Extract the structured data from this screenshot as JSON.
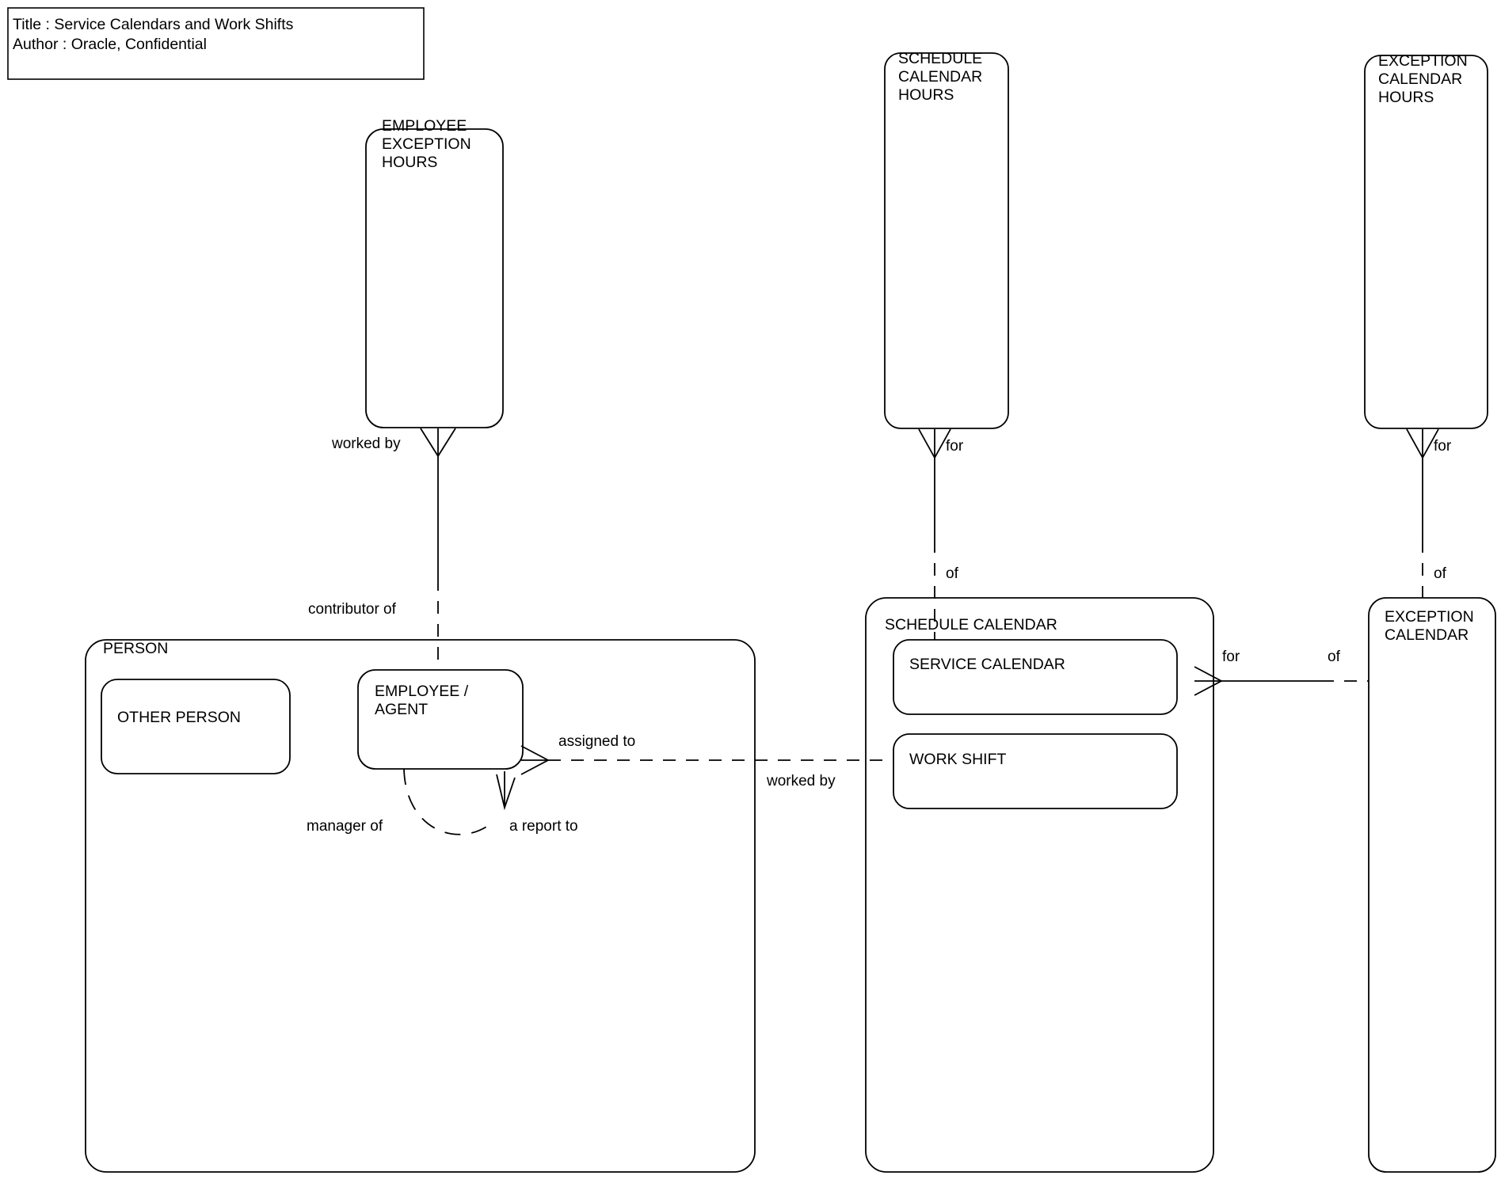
{
  "diagram": {
    "type": "entity-relationship-diagram",
    "background_color": "#ffffff",
    "line_color": "#000000",
    "text_color": "#000000"
  },
  "title_block": {
    "title_line": "Title : Service Calendars and Work Shifts",
    "author_line": "Author : Oracle, Confidential"
  },
  "entities": {
    "employee_exception_hours": "EMPLOYEE\nEXCEPTION\nHOURS",
    "schedule_calendar_hours": "SCHEDULE\nCALENDAR\nHOURS",
    "exception_calendar_hours": "EXCEPTION\nCALENDAR\nHOURS",
    "person": "PERSON",
    "other_person": "OTHER PERSON",
    "employee_agent": "EMPLOYEE /\nAGENT",
    "schedule_calendar": "SCHEDULE CALENDAR",
    "service_calendar": "SERVICE CALENDAR",
    "work_shift": "WORK SHIFT",
    "exception_calendar": "EXCEPTION\nCALENDAR"
  },
  "relationships": {
    "worked_by_employee_exception": "worked by",
    "contributor_of": "contributor of",
    "manager_of": "manager of",
    "a_report_to": "a report to",
    "assigned_to": "assigned to",
    "worked_by_work_shift": "worked by",
    "schedule_hours_for": "for",
    "schedule_hours_of": "of",
    "exception_hours_for": "for",
    "exception_hours_of": "of",
    "service_calendar_for": "for",
    "exception_calendar_of": "of"
  }
}
